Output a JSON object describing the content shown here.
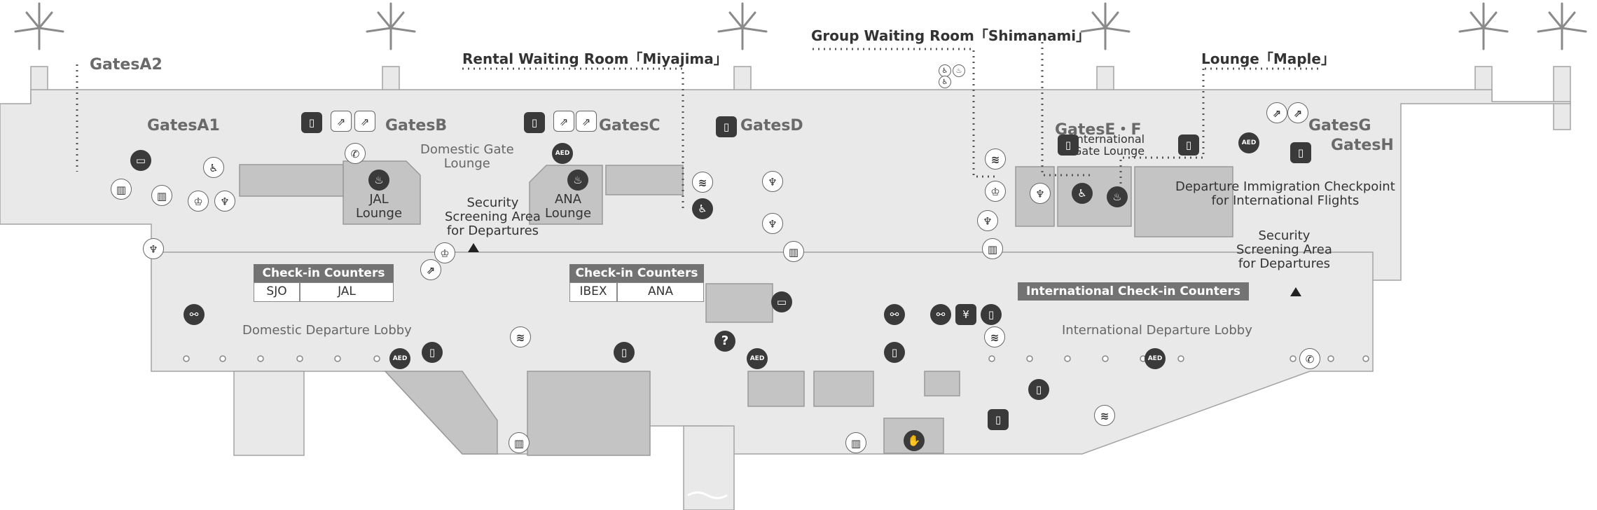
{
  "gates": {
    "a2": "GatesA2",
    "a1": "GatesA1",
    "b": "GatesB",
    "c": "GatesC",
    "d": "GatesD",
    "ef": "GatesE・F",
    "g": "GatesG",
    "h": "GatesH"
  },
  "callouts": {
    "rental_waiting": "Rental Waiting Room「Miyajima」",
    "group_waiting": "Group Waiting Room「Shimanami」",
    "lounge_maple": "Lounge「Maple」"
  },
  "areas": {
    "domestic_gate_lounge": [
      "Domestic Gate",
      "Lounge"
    ],
    "jal_lounge": [
      "JAL",
      "Lounge"
    ],
    "ana_lounge": [
      "ANA",
      "Lounge"
    ],
    "security_domestic": [
      "Security",
      "Screening Area",
      "for Departures"
    ],
    "international_gate_lounge": [
      "International",
      "Gate Lounge"
    ],
    "immigration": [
      "Departure Immigration Checkpoint",
      "for International Flights"
    ],
    "security_international": [
      "Security",
      "Screening Area",
      "for Departures"
    ],
    "domestic_lobby": "Domestic Departure Lobby",
    "international_lobby": "International Departure Lobby"
  },
  "checkin": {
    "jal_header": "Check-in Counters",
    "jal_cells": [
      "SJO",
      "JAL"
    ],
    "ana_header": "Check-in Counters",
    "ana_cells": [
      "IBEX",
      "ANA"
    ],
    "international": "International Check-in Counters"
  },
  "icons": {
    "aed": "AED",
    "info": "?"
  },
  "colors": {
    "building": "#e9e9e9",
    "outline": "#a3a3a3",
    "room": "#c4c4c4",
    "icon": "#3a3a3a",
    "bar": "#737373"
  }
}
